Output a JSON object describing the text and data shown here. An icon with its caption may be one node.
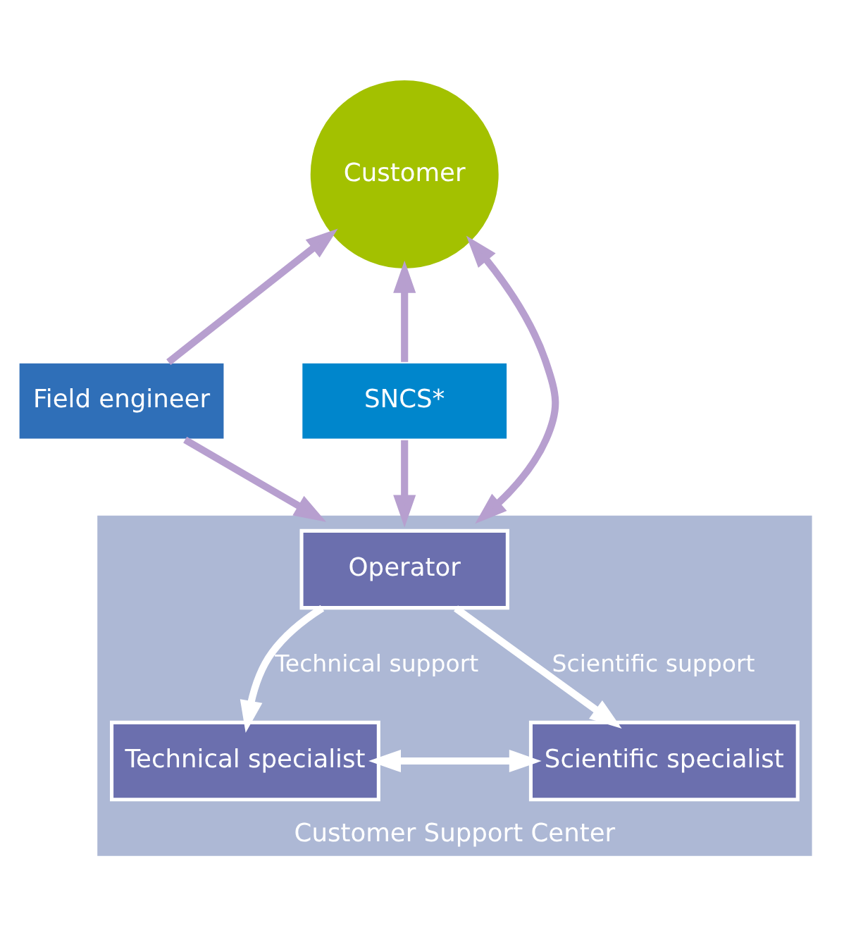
{
  "diagram": {
    "nodes": [
      {
        "text": [
          "Customer"
        ]
      },
      {
        "text": [
          "Field engineer"
        ]
      },
      {
        "text": [
          "SNCS*"
        ]
      },
      {
        "text": [
          "Customer Support Center"
        ]
      },
      {
        "text": [
          "Operator"
        ],
        "in": 3
      },
      {
        "text": [
          "Technical specialist"
        ],
        "in": 3
      },
      {
        "text": [
          "Scientific specialist"
        ],
        "in": 3
      }
    ],
    "edges": [
      {
        "from": 1,
        "to": 0,
        "arrow": "to"
      },
      {
        "from": 1,
        "to": 3,
        "arrow": "to"
      },
      {
        "from": 0,
        "to": 3,
        "arrow": "both"
      },
      {
        "from": 2,
        "to": 0,
        "arrow": "to"
      },
      {
        "from": 2,
        "to": 3,
        "arrow": "to"
      },
      {
        "from": 4,
        "to": 5,
        "arrow": "to",
        "label": "Technical support",
        "color": "#ffffff"
      },
      {
        "from": 4,
        "to": 6,
        "arrow": "to",
        "label": "Scientific support",
        "color": "#ffffff"
      },
      {
        "from": 5,
        "to": 6,
        "arrow": "both",
        "color": "#ffffff"
      }
    ]
  }
}
